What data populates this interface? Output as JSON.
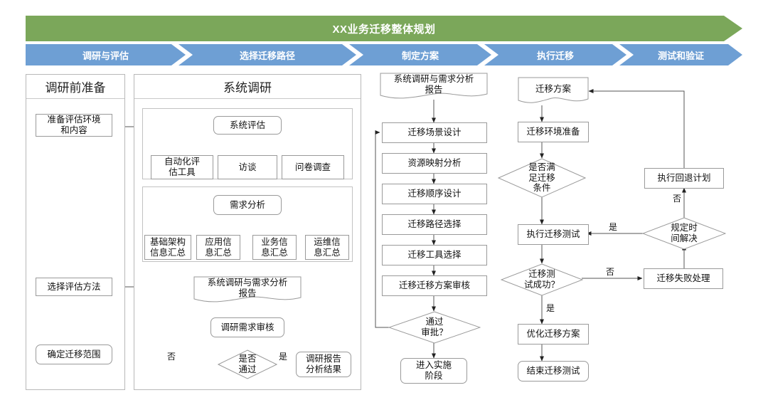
{
  "banner": {
    "title": "XX业务迁移整体规划"
  },
  "phases": [
    {
      "label": "调研与评估"
    },
    {
      "label": "选择迁移路径"
    },
    {
      "label": "制定方案"
    },
    {
      "label": "执行迁移"
    },
    {
      "label": "测试和验证"
    }
  ],
  "panels": {
    "prep": {
      "title": "调研前准备"
    },
    "survey": {
      "title": "系统调研"
    }
  },
  "prep_nodes": {
    "env": "准备评估环境\n和内容",
    "method": "选择评估方法",
    "scope": "确定迁移范围"
  },
  "survey_nodes": {
    "sys_eval": "系统评估",
    "auto_tool": "自动化评\n估工具",
    "interview": "访谈",
    "questionnaire": "问卷调查",
    "req_analysis": "需求分析",
    "infra_info": "基础架构\n信息汇总",
    "app_info": "应用信\n息汇总",
    "biz_info": "业务信\n息汇总",
    "ops_info": "运维信\n息汇总",
    "report": "系统调研与需求分析\n报告",
    "review": "调研需求审核",
    "decision": "是否\n通过",
    "result": "调研报告\n分析结果",
    "label_no": "否",
    "label_yes": "是"
  },
  "plan_nodes": {
    "report": "系统调研与需求分析\n报告",
    "scene": "迁移场景设计",
    "resource": "资源映射分析",
    "order": "迁移顺序设计",
    "path": "迁移路径选择",
    "tool": "迁移工具选择",
    "audit": "迁移迁移方案审核",
    "decision": "通过\n审批？",
    "implement": "进入实施\n阶段"
  },
  "exec_nodes": {
    "plan_doc": "迁移方案",
    "env_prep": "迁移环境准备",
    "cond_decision": "是否满\n足迁移\n条件",
    "run_test": "执行迁移测试",
    "test_decision": "迁移测\n试成功？",
    "optimize": "优化迁移方案",
    "finish": "结束迁移测试",
    "fail_handle": "迁移失败处理",
    "time_decision": "规定时\n间解决",
    "rollback": "执行回退计划",
    "label_yes_time": "是",
    "label_no_test": "否",
    "label_yes_test": "是",
    "label_no_time": "否"
  },
  "colors": {
    "banner_green": "#7BA75A",
    "phase_blue": "#6E9FD4",
    "node_border": "#9a9a9a",
    "panel_border": "#b8b8b8",
    "edge": "#555555"
  }
}
